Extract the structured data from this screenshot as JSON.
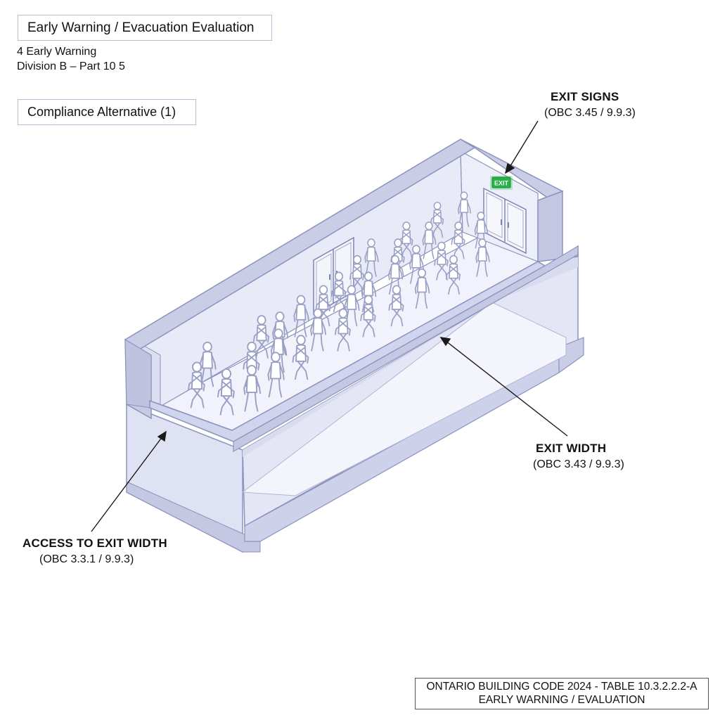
{
  "header": {
    "title": "Early Warning / Evacuation Evaluation",
    "subtitle_line1": "4 Early Warning",
    "subtitle_line2": "Division B – Part 10 5",
    "alternative_label": "Compliance Alternative (1)"
  },
  "callouts": {
    "exit_signs": {
      "heading": "EXIT SIGNS",
      "reference": "(OBC 3.45 / 9.9.3)"
    },
    "exit_width": {
      "heading": "EXIT WIDTH",
      "reference": "(OBC 3.43 / 9.9.3)"
    },
    "access_to_exit_width": {
      "heading": "ACCESS TO EXIT WIDTH",
      "reference": "(OBC 3.3.1 / 9.9.3)"
    }
  },
  "exit_sign_text": "EXIT",
  "footer": {
    "line1": "ONTARIO BUILDING CODE 2024 - TABLE 10.3.2.2.2-A",
    "line2": "EARLY WARNING / EVALUATION"
  },
  "colors": {
    "wall": "#d2d6ee",
    "wall_dark": "#b7bcdc",
    "floor": "#f1f2fb",
    "outline": "#8d92bd",
    "exit_sign": "#27b34a",
    "person": "#9aa0c4"
  }
}
